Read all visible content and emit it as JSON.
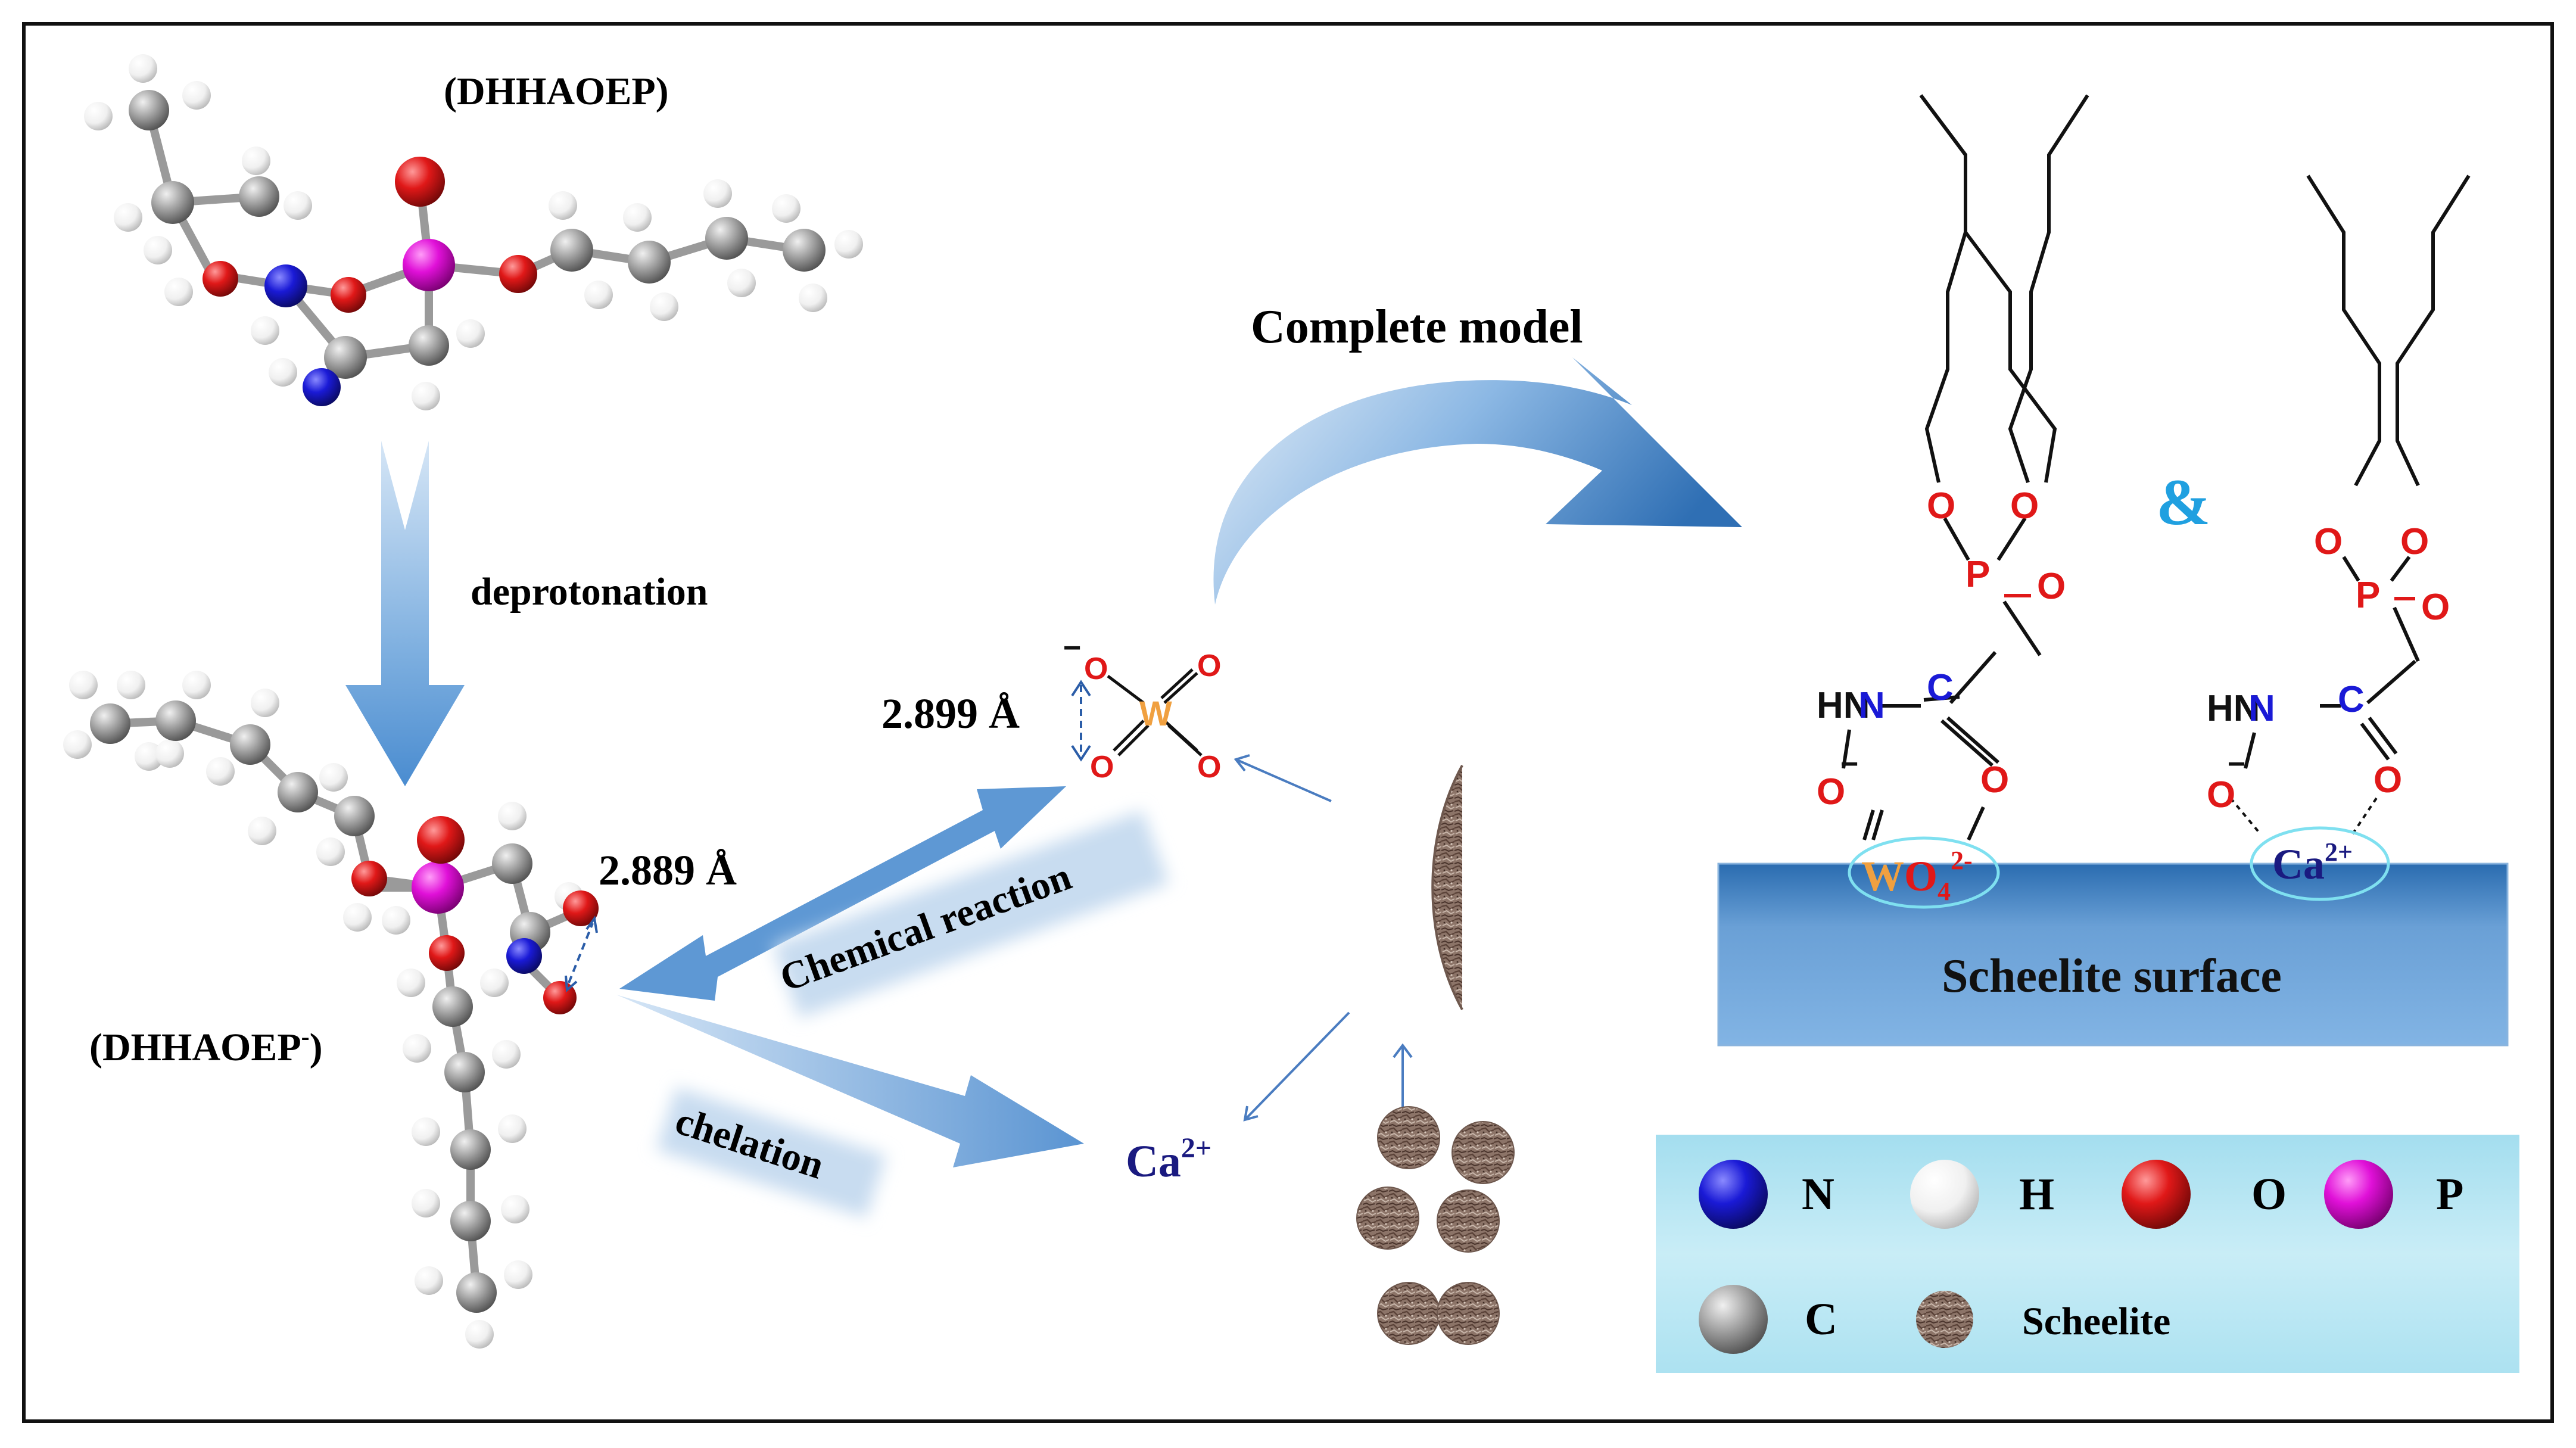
{
  "labels": {
    "molecule_top": "(DHHAOEP)",
    "step_deprotonation": "deprotonation",
    "molecule_bottom_base": "(DHHAOEP",
    "molecule_bottom_sup": "-",
    "molecule_bottom_close": ")",
    "distance_ion": "2.889 Å",
    "distance_tungstate": "2.899 Å",
    "chemical_reaction": "Chemical reaction",
    "chelation": "chelation",
    "complete_model": "Complete model",
    "ampersand": "&",
    "surface": "Scheelite surface",
    "ca_base": "Ca",
    "ca_sup": "2+"
  },
  "tungstate": {
    "central": "W",
    "oxygen": "O",
    "minus": "−"
  },
  "structure_left": {
    "hn": "HN",
    "c": "C",
    "p": "P",
    "o": "O",
    "o_minus": "−",
    "surface_w": "W",
    "surface_o": "O",
    "surface_sub": "4",
    "surface_sup": "2-"
  },
  "structure_right": {
    "hn": "HN",
    "c": "C",
    "p": "P",
    "o": "O",
    "o_minus": "−",
    "surface_ca": "Ca",
    "surface_sup": "2+"
  },
  "legend": {
    "items": [
      {
        "symbol": "N",
        "color": "#1a1ad6"
      },
      {
        "symbol": "H",
        "color": "#f4f4f4"
      },
      {
        "symbol": "O",
        "color": "#e01818"
      },
      {
        "symbol": "P",
        "color": "#e010d8"
      },
      {
        "symbol": "C",
        "color": "#9a9a9a"
      },
      {
        "symbol": "Scheelite",
        "color": "#8a6e62"
      }
    ]
  },
  "colors": {
    "arrow_blue": "#4a8cd0",
    "nitrogen_blue": "#1a1ad6",
    "oxygen_red": "#e01818",
    "phosphorus_pink": "#e010d8",
    "tungsten_orange": "#f0a040",
    "surface_blue": "#2f6fb4",
    "legend_bg": "#bfe8f4",
    "ca_navy": "#1a1a80",
    "ampersand_cyan": "#20a0e0"
  }
}
